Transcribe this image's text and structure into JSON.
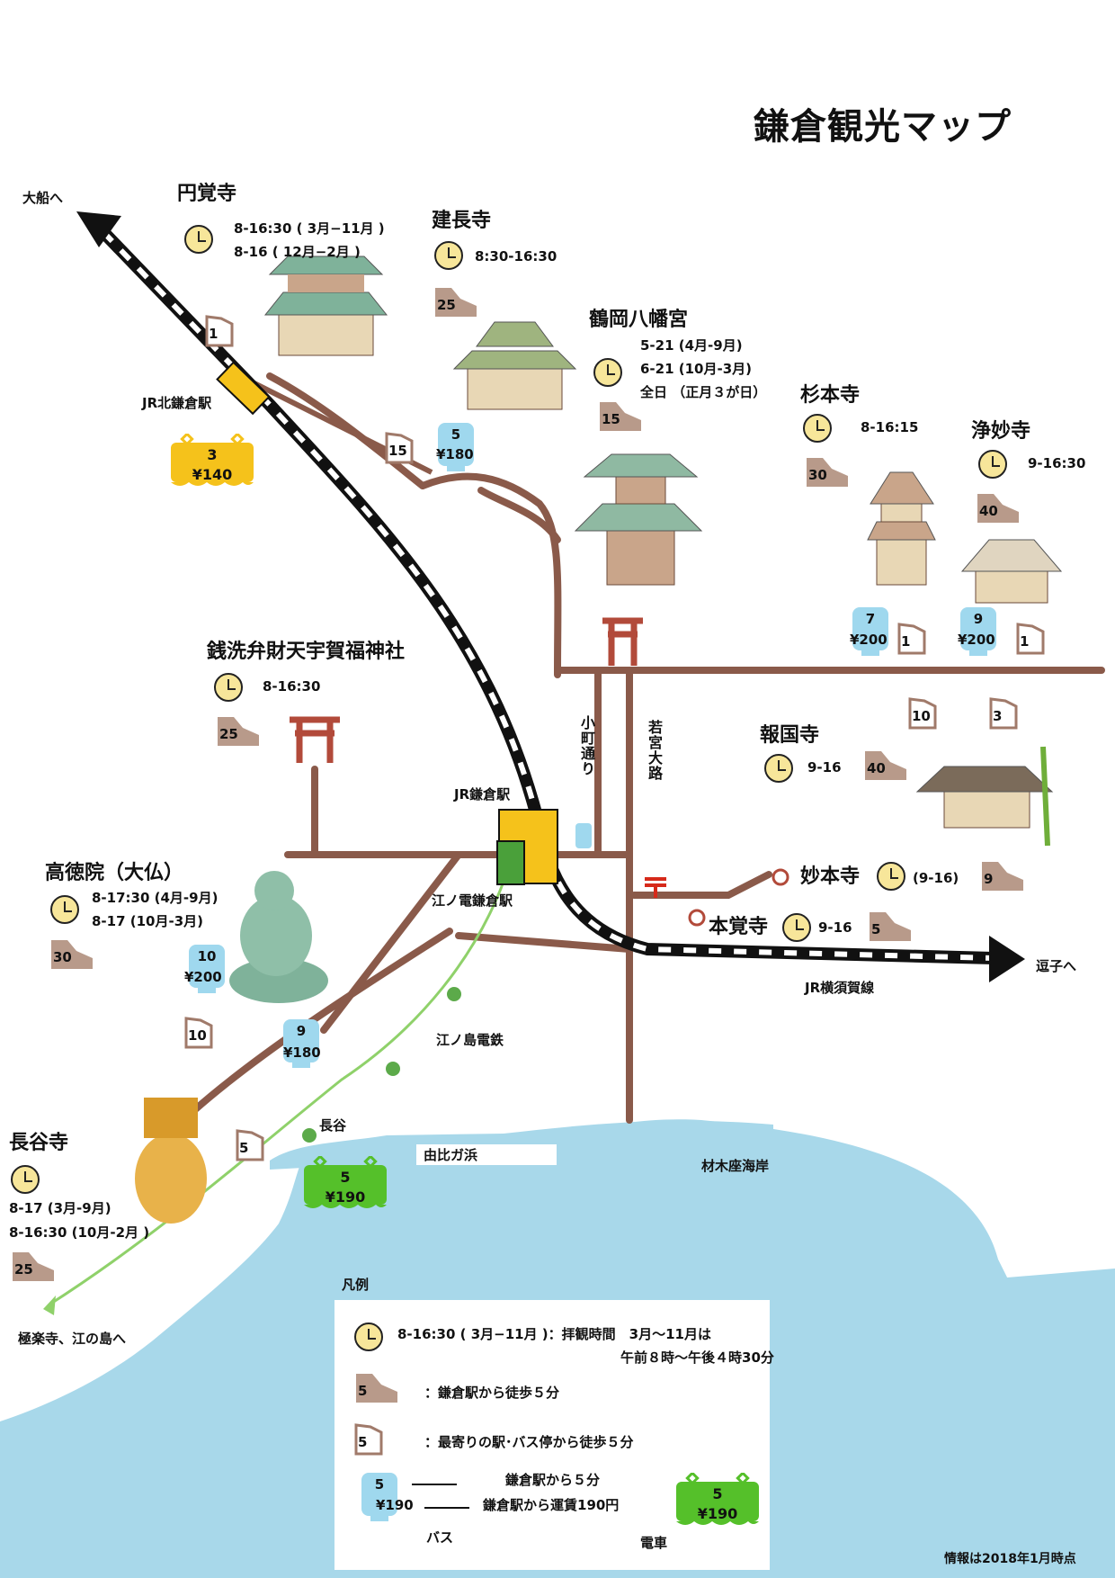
{
  "title": "鎌倉観光マップ",
  "directions": {
    "ofuna": "大船へ",
    "zushi": "逗子へ",
    "gokurakuji": "極楽寺、江の島へ"
  },
  "stations": {
    "kitakamakura": "JR北鎌倉駅",
    "kamakura": "JR鎌倉駅",
    "enoden_kamakura": "江ノ電鎌倉駅",
    "hase": "長谷"
  },
  "lines": {
    "yokosuka": "JR横須賀線",
    "enoden": "江ノ島電鉄"
  },
  "streets": {
    "komachi": "小町通り",
    "wakamiya": "若宮大路"
  },
  "coast": {
    "yuigahama": "由比ガ浜",
    "zaimokuza": "材木座海岸"
  },
  "sites": {
    "engakuji": {
      "name": "円覚寺",
      "hours1": "8-16:30 ( 3月−11月 )",
      "hours2": "8-16 ( 12月−2月 )",
      "walk_nearest": "1"
    },
    "kenchoji": {
      "name": "建長寺",
      "hours": "8:30-16:30",
      "walk": "25",
      "walk_nearest": "15",
      "bus": "5",
      "fare": "¥180"
    },
    "hachimangu": {
      "name": "鶴岡八幡宮",
      "hours1": "5-21 (4月-9月)",
      "hours2": "6-21 (10月-3月)",
      "hours3": "全日 （正月３が日）",
      "walk": "15"
    },
    "sugimotodera": {
      "name": "杉本寺",
      "hours": "8-16:15",
      "walk": "30",
      "bus": "7",
      "fare": "¥200",
      "walk_nearest": "1"
    },
    "jomyoji": {
      "name": "浄妙寺",
      "hours": "9-16:30",
      "walk": "40",
      "bus": "9",
      "fare": "¥200",
      "walk_nearest": "1"
    },
    "hokokuji": {
      "name": "報国寺",
      "hours": "9-16",
      "walk": "40",
      "walk_nearest_a": "10",
      "walk_nearest_b": "3"
    },
    "zeniarai": {
      "name": "銭洗弁財天宇賀福神社",
      "hours": "8-16:30",
      "walk": "25"
    },
    "kotokuin": {
      "name": "高徳院（大仏）",
      "hours1": "8-17:30 (4月-9月)",
      "hours2": "8-17 (10月-3月)",
      "walk": "30",
      "bus": "10",
      "fare": "¥200",
      "walk_nearest": "10"
    },
    "hasedera": {
      "name": "長谷寺",
      "hours1": "8-17 (3月-9月)",
      "hours2": "8-16:30 (10月-2月 )",
      "walk": "25",
      "walk_nearest": "5"
    },
    "myohonji": {
      "name": "妙本寺",
      "hours": "(9-16)",
      "walk": "9"
    },
    "hongakuji": {
      "name": "本覚寺",
      "hours": "9-16",
      "walk": "5"
    },
    "bus_hase": {
      "bus": "9",
      "fare": "¥180"
    }
  },
  "trains": {
    "kitakamakura": {
      "min": "3",
      "fare": "¥140"
    },
    "hase": {
      "min": "5",
      "fare": "¥190"
    }
  },
  "legend": {
    "heading": "凡例",
    "clock_text": "8-16:30 ( 3月−11月 )：拝観時間　3月〜11月は",
    "clock_text2": "午前８時〜午後４時30分",
    "walk_kamakura_num": "5",
    "walk_kamakura_text": "：鎌倉駅から徒歩５分",
    "walk_nearest_num": "5",
    "walk_nearest_text": "：最寄りの駅･バス停から徒歩５分",
    "bus_num": "5",
    "bus_fare": "¥190",
    "bus_label": "バス",
    "bus_min_text": "鎌倉駅から５分",
    "bus_fare_text": "鎌倉駅から運賃190円",
    "tram_num": "5",
    "tram_fare": "¥190",
    "tram_label": "電車"
  },
  "footer": "情報は2018年1月時点",
  "colors": {
    "sea": "#a8d8ea",
    "road": "#8a5a4a",
    "rail": "#111111",
    "enoden": "#8fd16a",
    "bus": "#9fd8ee",
    "jr_train": "#f5c21b",
    "tram": "#55c02a"
  }
}
